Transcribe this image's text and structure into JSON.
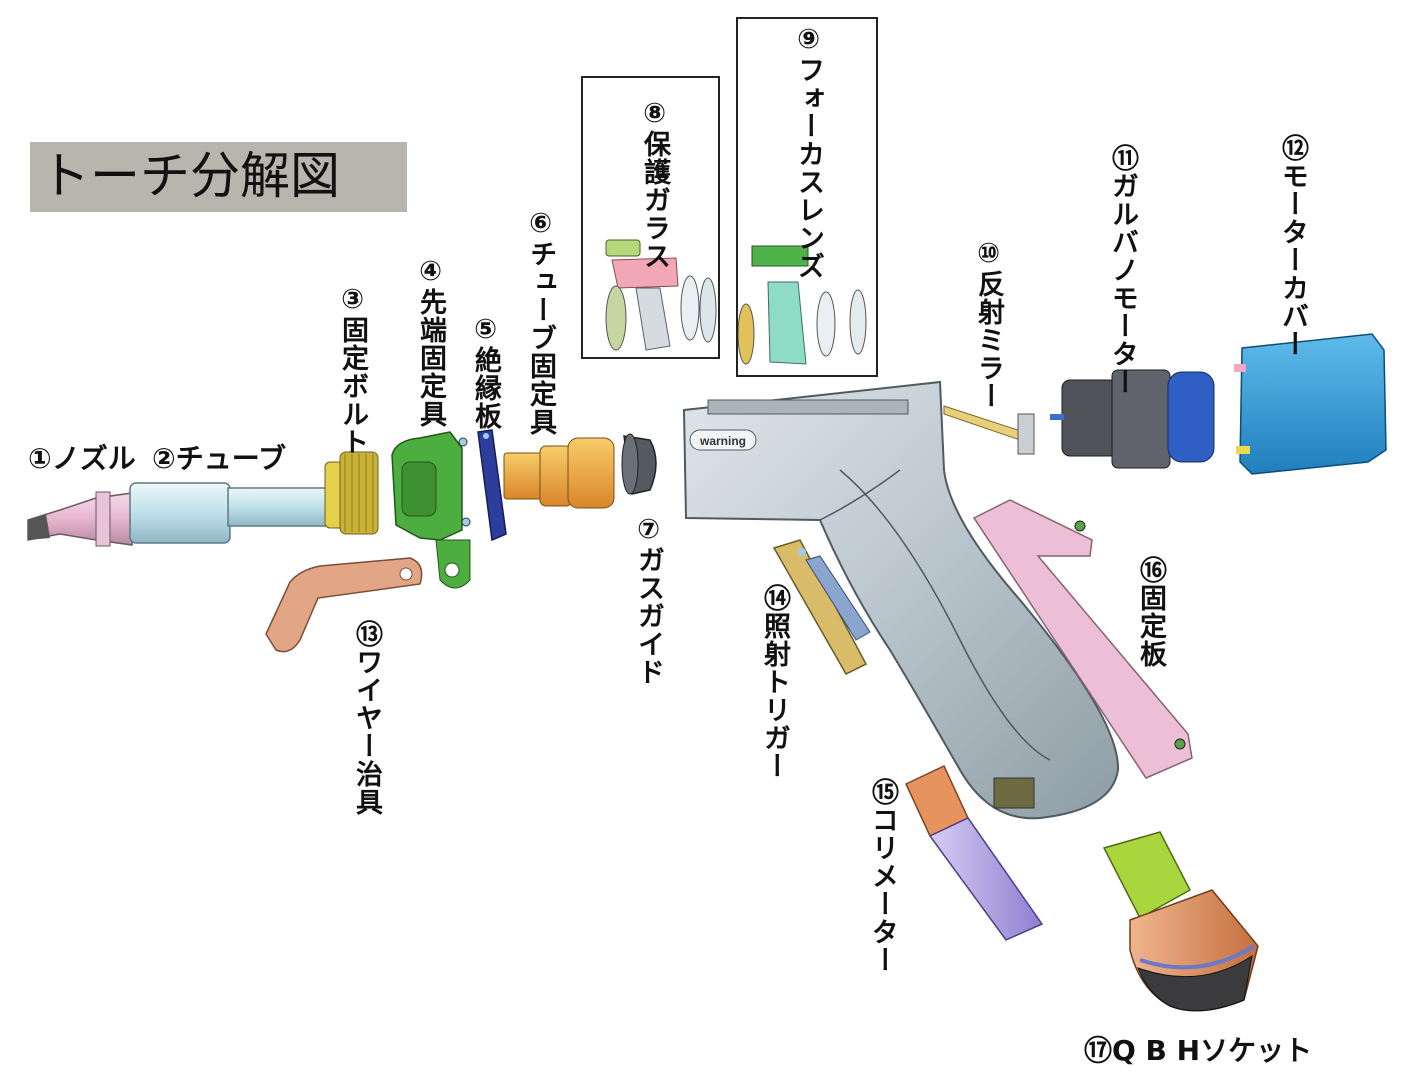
{
  "title": "トーチ分解図",
  "labels": {
    "p1": "①ノズル",
    "p2": "②チューブ",
    "p3": "③固定ボルト",
    "p4": "④先端固定具",
    "p5": "⑤絶縁板",
    "p6": "⑥チューブ固定具",
    "p7": "⑦ガスガイド",
    "p8": "⑧保護ガラス",
    "p9": "⑨フォーカスレンズ",
    "p10": "⑩反射ミラー",
    "p11": "⑪ガルバノモーター",
    "p12": "⑫モーターカバー",
    "p13": "⑬ワイヤー治具",
    "p14": "⑭照射トリガー",
    "p15": "⑮コリメーター",
    "p16": "⑯固定板",
    "p17": "⑰Q B Hソケット"
  },
  "body_marking": "warning",
  "colors": {
    "title_bg": "#b8b5ad",
    "nozzle": "#e8b8d0",
    "tube": "#cfe7ef",
    "bolt": "#e7d24a",
    "tip_fixture": "#4cae3f",
    "insulation": "#2d3d9c",
    "tube_fixture": "#f0a43a",
    "gas_guide": "#555a60",
    "protect_glass": "#f2a7b4",
    "focus_lens": "#8fdcc6",
    "mirror": "#e8cf7a",
    "galvo_motor": "#4f5259",
    "motor_cover": "#3a9fd8",
    "wire_jig": "#e2a585",
    "trigger": "#d8bc6a",
    "collimator": "#b6a6e6",
    "fixing_plate": "#ecbfd6",
    "qbh": "#e59b6c",
    "body": "#c2ccd2"
  }
}
